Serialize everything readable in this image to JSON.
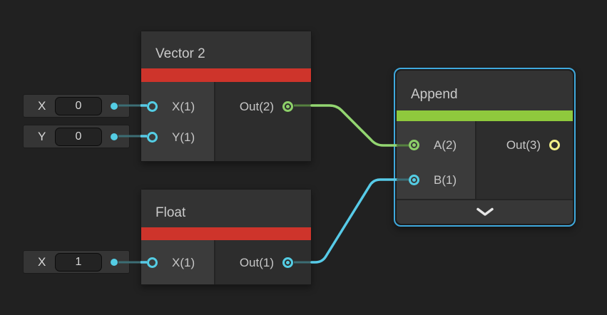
{
  "editor": "node-graph",
  "nodes": {
    "vector2": {
      "title": "Vector 2",
      "accent_color": "#ce342b",
      "selected": false,
      "inputs": [
        {
          "label": "X(1)",
          "port_color": "#54cde4",
          "connected": false
        },
        {
          "label": "Y(1)",
          "port_color": "#54cde4",
          "connected": false
        }
      ],
      "outputs": [
        {
          "label": "Out(2)",
          "port_color": "#8dd069",
          "connected": true
        }
      ]
    },
    "float": {
      "title": "Float",
      "accent_color": "#ce342b",
      "selected": false,
      "inputs": [
        {
          "label": "X(1)",
          "port_color": "#54cde4",
          "connected": false
        }
      ],
      "outputs": [
        {
          "label": "Out(1)",
          "port_color": "#54cde4",
          "connected": true
        }
      ]
    },
    "append": {
      "title": "Append",
      "accent_color": "#8fc93d",
      "selected": true,
      "selection_color": "#3fa9dd",
      "inputs": [
        {
          "label": "A(2)",
          "port_color": "#8dd069",
          "connected": true
        },
        {
          "label": "B(1)",
          "port_color": "#54cde4",
          "connected": true
        }
      ],
      "outputs": [
        {
          "label": "Out(3)",
          "port_color": "#f2ef88",
          "connected": false
        }
      ],
      "footer_icon": "chevron-down"
    }
  },
  "widgets": {
    "vector2_x": {
      "label": "X",
      "value": "0"
    },
    "vector2_y": {
      "label": "Y",
      "value": "0"
    },
    "float_x": {
      "label": "X",
      "value": "1"
    }
  },
  "edges": [
    {
      "from": "Vector 2 / Out(2)",
      "to": "Append / A(2)",
      "color": "#93d671"
    },
    {
      "from": "Float / Out(1)",
      "to": "Append / B(1)",
      "color": "#57cbe8"
    }
  ],
  "colors": {
    "canvas_bg": "#212121",
    "node_bg": "#2d2d2d",
    "node_header_bg": "#333333",
    "input_panel_bg": "#3b3b3b",
    "footer_bg": "#373737",
    "wire_green": "#93d671",
    "wire_cyan": "#57cbe8",
    "wire_stub_green": "#55803f",
    "wire_stub_teal": "#3c6d74",
    "text": "#c9c9c9"
  }
}
